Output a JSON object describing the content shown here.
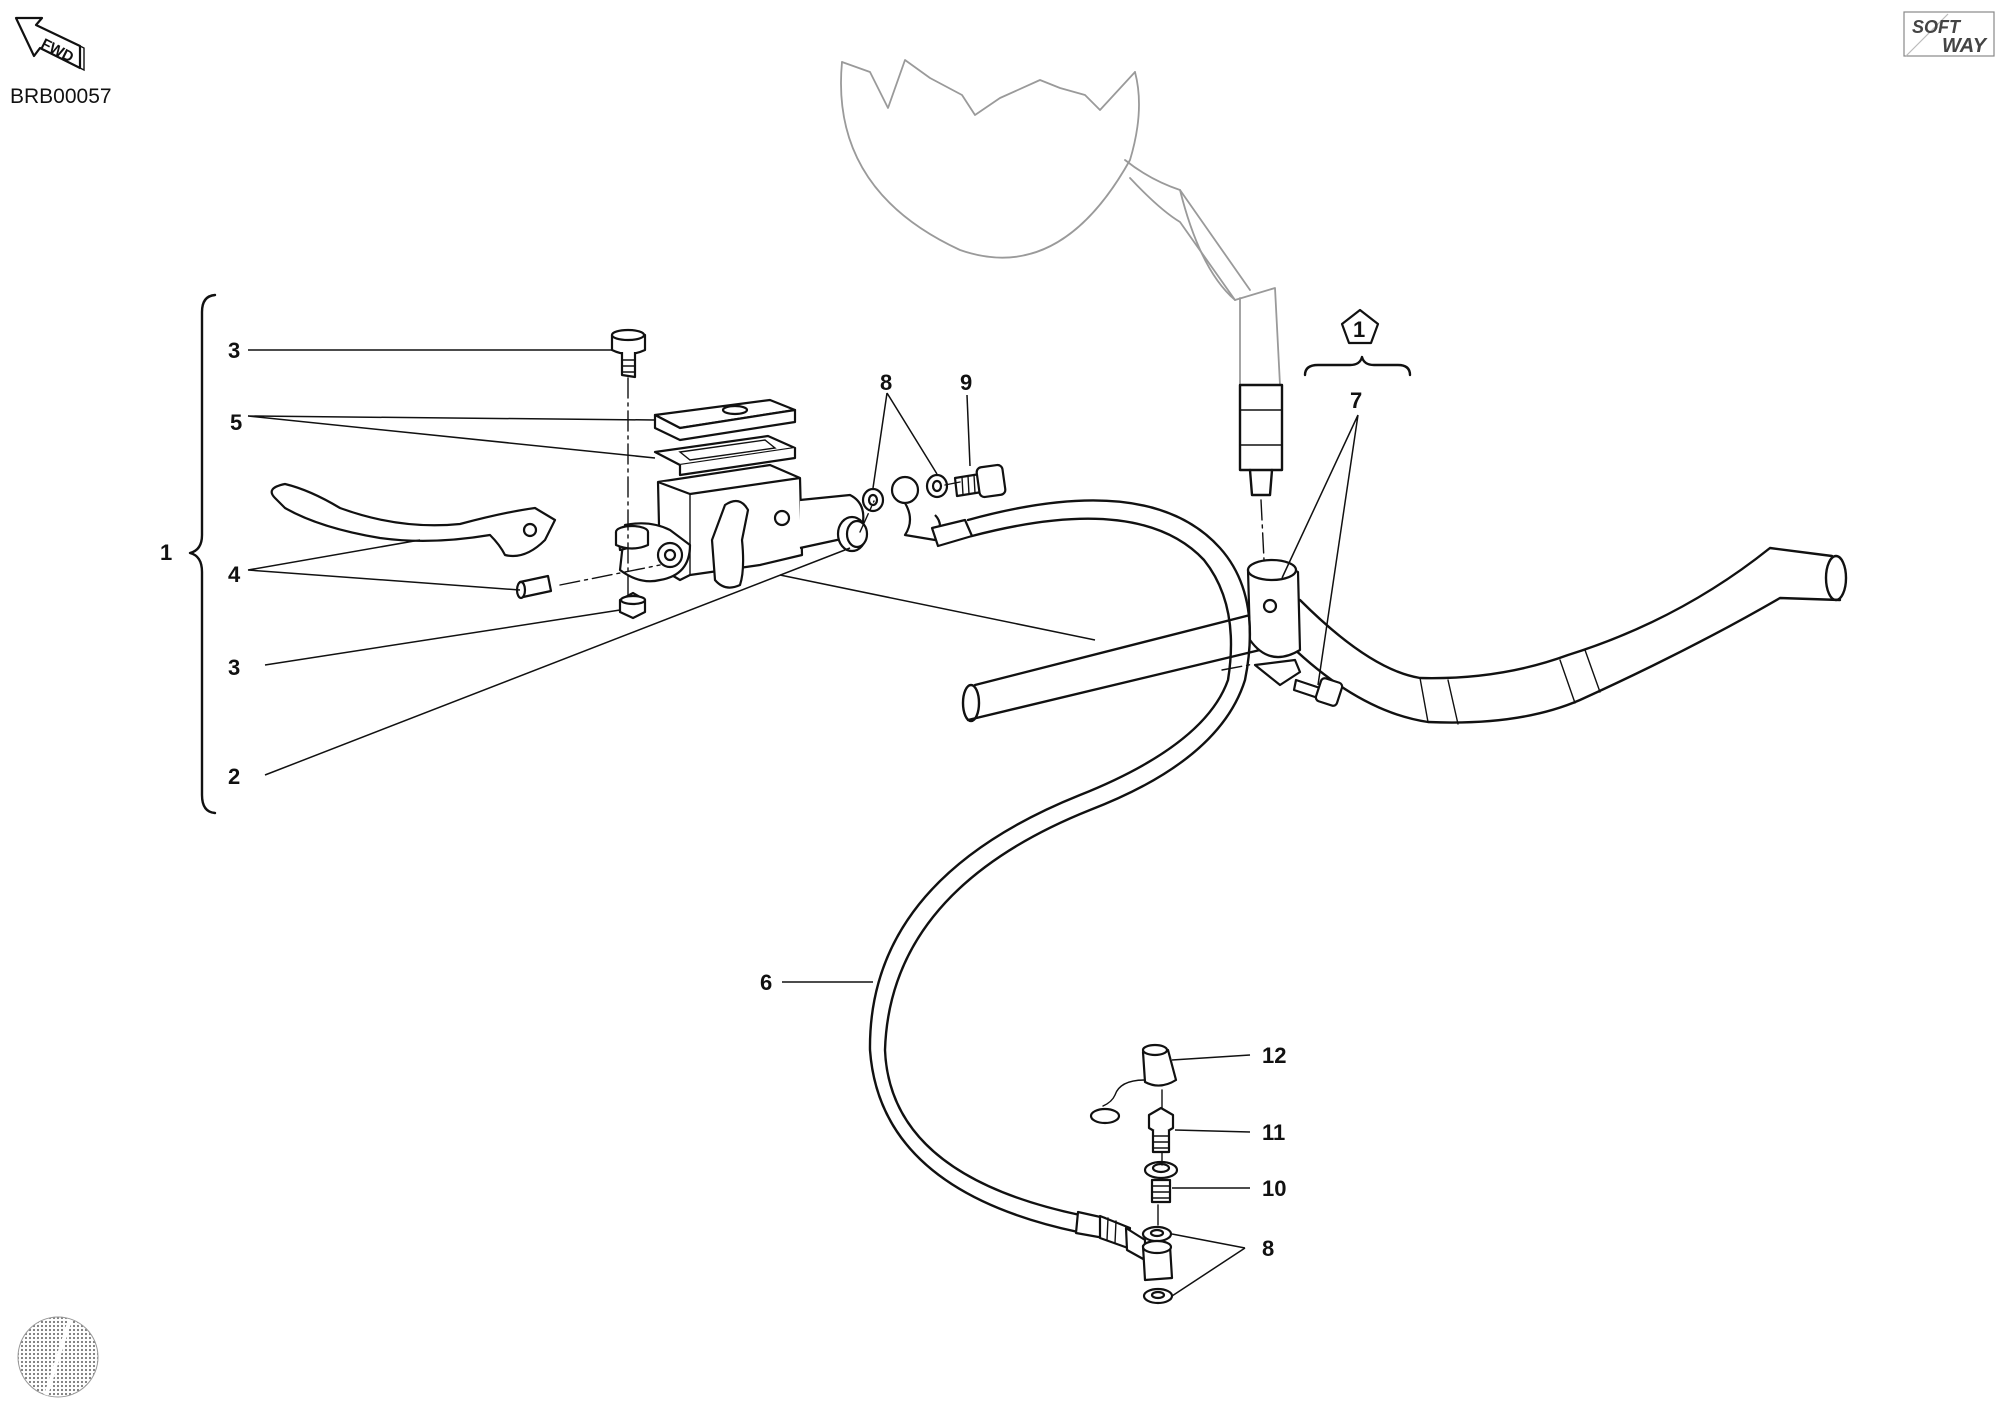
{
  "header": {
    "fwd_label": "FWD",
    "drawing_code": "BRB00057",
    "logo_top": "SOFT",
    "logo_bottom": "WAY"
  },
  "callouts": {
    "c1": "1",
    "c2": "2",
    "c3a": "3",
    "c3b": "3",
    "c4": "4",
    "c5": "5",
    "c6": "6",
    "c7": "7",
    "c8a": "8",
    "c8b": "8",
    "c9": "9",
    "c10": "10",
    "c11": "11",
    "c12": "12",
    "note_symbol": "1"
  },
  "colors": {
    "line": "#111111",
    "ghost": "#9a9a9a",
    "background": "#ffffff"
  }
}
